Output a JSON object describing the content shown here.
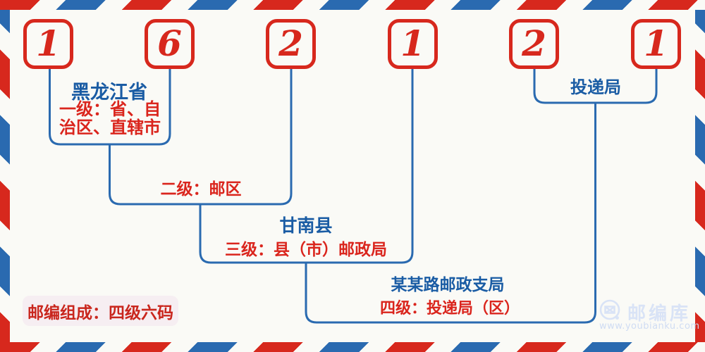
{
  "colors": {
    "red": "#d7281d",
    "red_text": "#da251d",
    "blue_line": "#2a6ab0",
    "blue_text": "#1a5ca4",
    "badge_bg": "#f6eef2",
    "watermark": "#d9e3f6",
    "watermark_dim": "#cfdcf3",
    "background": "#fafaf6"
  },
  "postal_code": {
    "digits": [
      "1",
      "6",
      "2",
      "1",
      "2",
      "1"
    ]
  },
  "labels": {
    "province": {
      "name": "黑龙江省",
      "level": "一级：省、自治区、直辖市"
    },
    "level2": "二级：邮区",
    "county": {
      "name": "甘南县",
      "level": "三级：县（市）邮政局"
    },
    "branch": {
      "name": "某某路邮政支局",
      "level": "四级：投递局（区）"
    },
    "delivery_office": "投递局"
  },
  "badge": {
    "text": "邮编组成：四级六码"
  },
  "watermark": {
    "brand": "邮编库",
    "url": "www.youbianku.com"
  }
}
